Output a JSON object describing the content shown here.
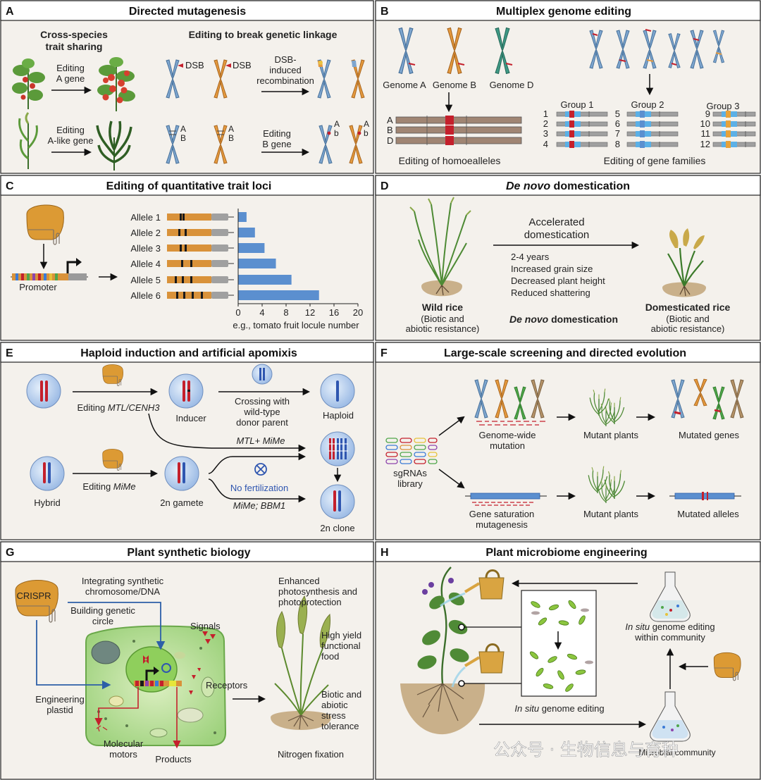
{
  "panels": {
    "A": {
      "letter": "A",
      "title": "Directed mutagenesis",
      "cross_species": "Cross-species",
      "trait_sharing": "trait sharing",
      "linkage": "Editing to break genetic linkage",
      "edit_a1": "Editing",
      "edit_a2": "A gene",
      "edit_al1": "Editing",
      "edit_al2": "A-like gene",
      "dsb": "DSB",
      "dsb_rec1": "DSB-",
      "dsb_rec2": "induced",
      "dsb_rec3": "recombination",
      "edit_b1": "Editing",
      "edit_b2": "B gene",
      "A": "A",
      "B": "B",
      "b": "b"
    },
    "B": {
      "letter": "B",
      "title": "Multiplex genome editing",
      "genome_a": "Genome A",
      "genome_b": "Genome B",
      "genome_d": "Genome D",
      "row_labels": [
        "A",
        "B",
        "D"
      ],
      "homoeo": "Editing of homoealleles",
      "group1": "Group 1",
      "group2": "Group 2",
      "group3": "Group 3",
      "nums": [
        "1",
        "2",
        "3",
        "4",
        "5",
        "6",
        "7",
        "8",
        "9",
        "10",
        "11",
        "12"
      ],
      "families": "Editing of gene families"
    },
    "C": {
      "letter": "C",
      "title": "Editing of quantitative trait loci",
      "promoter": "Promoter",
      "alleles": [
        "Allele 1",
        "Allele 2",
        "Allele 3",
        "Allele 4",
        "Allele 5",
        "Allele 6"
      ],
      "values": [
        1.4,
        2.8,
        4.4,
        6.3,
        8.9,
        13.5
      ],
      "ticks": [
        "0",
        "4",
        "8",
        "12",
        "16",
        "20"
      ],
      "xlabel": "e.g., tomato fruit locule number"
    },
    "D": {
      "letter": "D",
      "title_i": "De novo",
      "title_r": " domestication",
      "acc1": "Accelerated",
      "acc2": "domestication",
      "list": [
        "2-4 years",
        "Increased grain size",
        "Decreased plant height",
        "Reduced shattering"
      ],
      "dn_i": "De novo",
      "dn_r": " domestication",
      "wild": "Wild rice",
      "wild_s1": "(Biotic and",
      "wild_s2": "abiotic resistance)",
      "dom": "Domesticated rice",
      "dom_s1": "(Biotic and",
      "dom_s2": "abiotic resistance)"
    },
    "E": {
      "letter": "E",
      "title": "Haploid induction and artificial apomixis",
      "edit_mtl_r": "Editing ",
      "edit_mtl_i": "MTL/CENH3",
      "inducer": "Inducer",
      "cross1": "Crossing with",
      "cross2": "wild-type",
      "cross3": "donor parent",
      "haploid": "Haploid",
      "mtl_mime": "MTL+ MiMe",
      "hybrid": "Hybrid",
      "edit_mime_r": "Editing ",
      "edit_mime_i": "MiMe",
      "gamete": "2n gamete",
      "nofert": "No fertilization",
      "mime_bbm": "MiMe; BBM1",
      "clone": "2n clone"
    },
    "F": {
      "letter": "F",
      "title": "Large-scale screening and directed evolution",
      "gw1": "Genome-wide",
      "gw2": "mutation",
      "mutant_plants": "Mutant plants",
      "mutated_genes": "Mutated genes",
      "sg1": "sgRNAs",
      "sg2": "library",
      "gs1": "Gene saturation",
      "gs2": "mutagenesis",
      "mutated_alleles": "Mutated alleles"
    },
    "G": {
      "letter": "G",
      "title": "Plant synthetic biology",
      "crispr": "CRISPR",
      "integ1": "Integrating synthetic",
      "integ2": "chromosome/DNA",
      "build1": "Building genetic",
      "build2": "circle",
      "signals": "Signals",
      "receptors": "Receptors",
      "plastid1": "Engineering",
      "plastid2": "plastid",
      "motors1": "Molecular",
      "motors2": "motors",
      "products": "Products",
      "enh1": "Enhanced",
      "enh2": "photosynthesis and",
      "enh3": "photoprotection",
      "hy1": "High yield",
      "hy2": "functional",
      "hy3": "food",
      "bio1": "Biotic and",
      "bio2": "abiotic",
      "bio3": "stress",
      "bio4": "tolerance",
      "nitro": "Nitrogen fixation"
    },
    "H": {
      "letter": "H",
      "title": "Plant microbiome engineering",
      "insitu_comm1_i": "In situ",
      "insitu_comm1_r": " genome editing",
      "insitu_comm2": "within community",
      "insitu_i": "In situ",
      "insitu_r": " genome editing",
      "microbial": "Microbial community"
    }
  },
  "watermark": "公众号 · 生物信息与育种",
  "colors": {
    "panel_bg": "#f4f1ec",
    "blue_chrom": "#7ea6cf",
    "orange_chrom": "#e59a3e",
    "teal_chrom": "#3f9a86",
    "orange_protein": "#dc9a34",
    "red": "#c4202c",
    "bar": "#5b8fcf",
    "gene_orange": "#d9923a",
    "gene_grey": "#a0a0a0"
  }
}
